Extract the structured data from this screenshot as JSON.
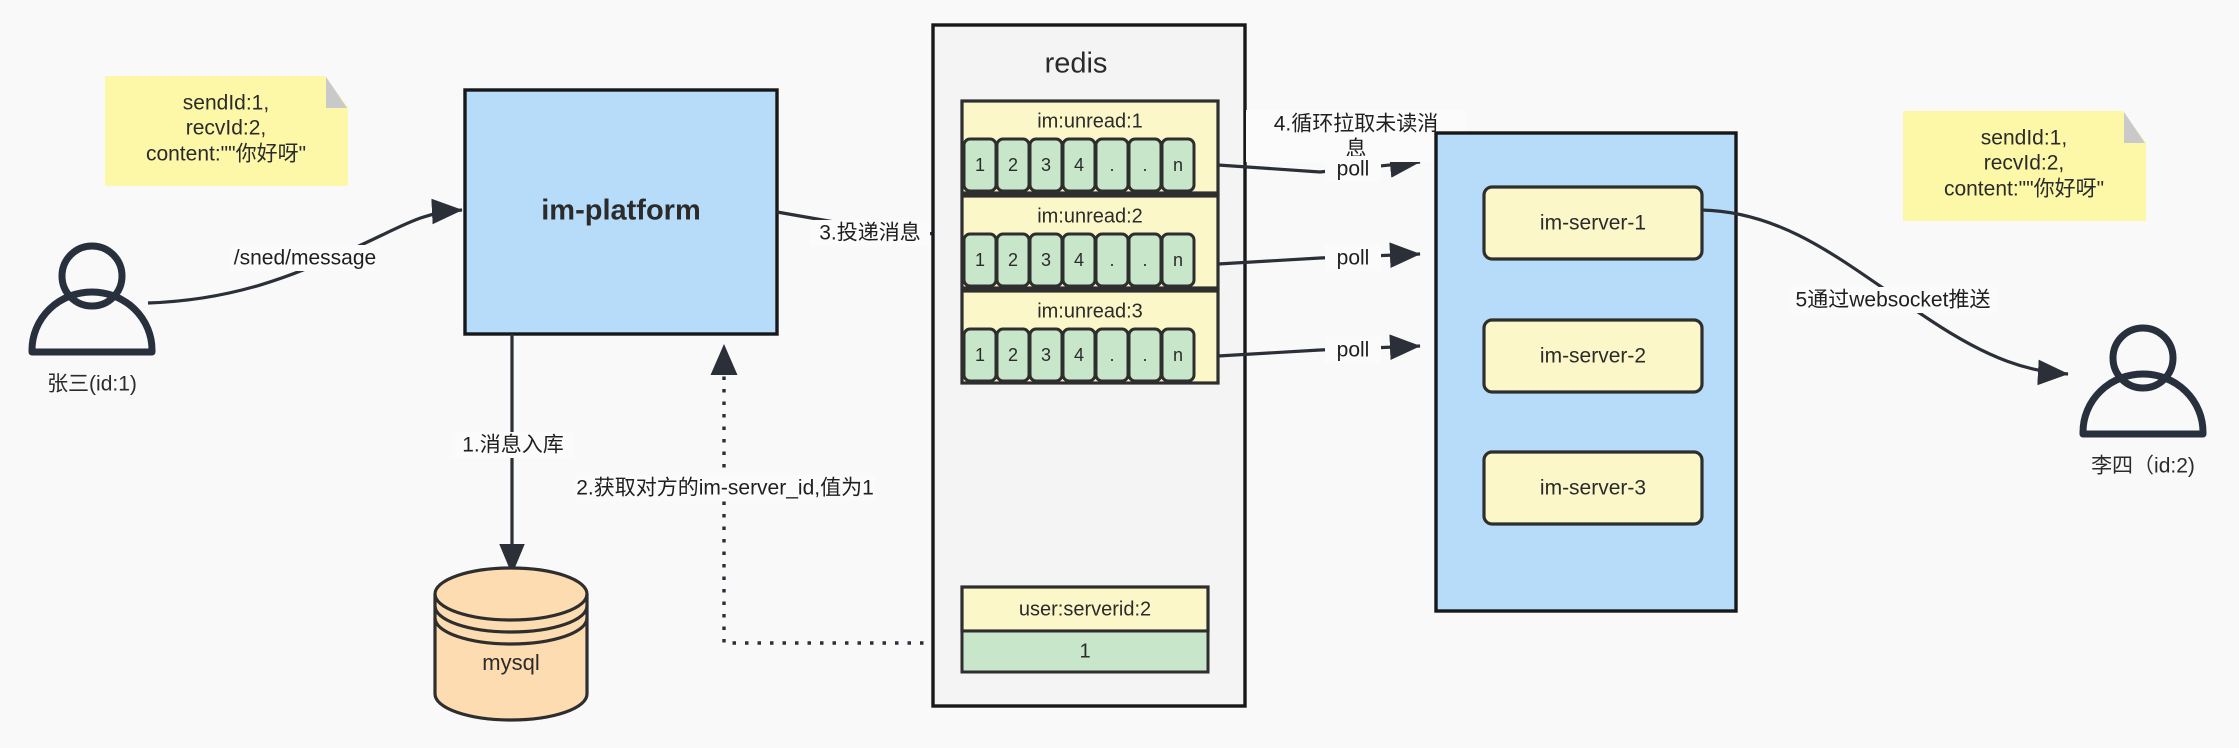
{
  "diagram": {
    "title": "IM message delivery architecture",
    "background_color": "#f9f9f9"
  },
  "actors": {
    "sender": {
      "label": "张三(id:1)",
      "icon": "person-icon"
    },
    "receiver": {
      "label": "李四（id:2)",
      "icon": "person-icon"
    }
  },
  "notes": {
    "left": {
      "line1": "sendId:1,",
      "line2": "recvId:2,",
      "line3": "content:\"\"你好呀\"",
      "color": "#fcf8a8"
    },
    "right": {
      "line1": "sendId:1,",
      "line2": "recvId:2,",
      "line3": "content:\"\"你好呀\"",
      "color": "#fcf8a8"
    }
  },
  "nodes": {
    "platform": {
      "label": "im-platform",
      "color": "#b6dcfa"
    },
    "mysql": {
      "label": "mysql",
      "color": "#fcdcb0"
    },
    "redis": {
      "label": "redis",
      "color": "#f4f4f4"
    }
  },
  "redis_keys": [
    {
      "key": "im:unread:1",
      "cells": [
        "1",
        "2",
        "3",
        "4",
        ".",
        ".",
        "n"
      ]
    },
    {
      "key": "im:unread:2",
      "cells": [
        "1",
        "2",
        "3",
        "4",
        ".",
        ".",
        "n"
      ]
    },
    {
      "key": "im:unread:3",
      "cells": [
        "1",
        "2",
        "3",
        "4",
        ".",
        ".",
        "n"
      ]
    }
  ],
  "redis_value_key": {
    "key": "user:serverid:2",
    "value": "1"
  },
  "servers": [
    {
      "label": "im-server-1"
    },
    {
      "label": "im-server-2"
    },
    {
      "label": "im-server-3"
    }
  ],
  "edges": {
    "send_message": "/sned/message",
    "step1": "1.消息入库",
    "step2": "2.获取对方的im-server_id,值为1",
    "step3": "3.投递消息",
    "step4_line1": "4.循环拉取未读消",
    "step4_line2": "息",
    "poll1": "poll",
    "poll2": "poll",
    "poll3": "poll",
    "step5": "5通过websocket推送"
  },
  "colors": {
    "blue": "#b6dcfa",
    "yellow_card": "#fcf7c8",
    "green_cell": "#c8e6c9",
    "note_yellow": "#fcf8a8",
    "orange": "#fcdcb0",
    "stroke": "#2e2e2e",
    "canvas": "#f9f9f9"
  }
}
